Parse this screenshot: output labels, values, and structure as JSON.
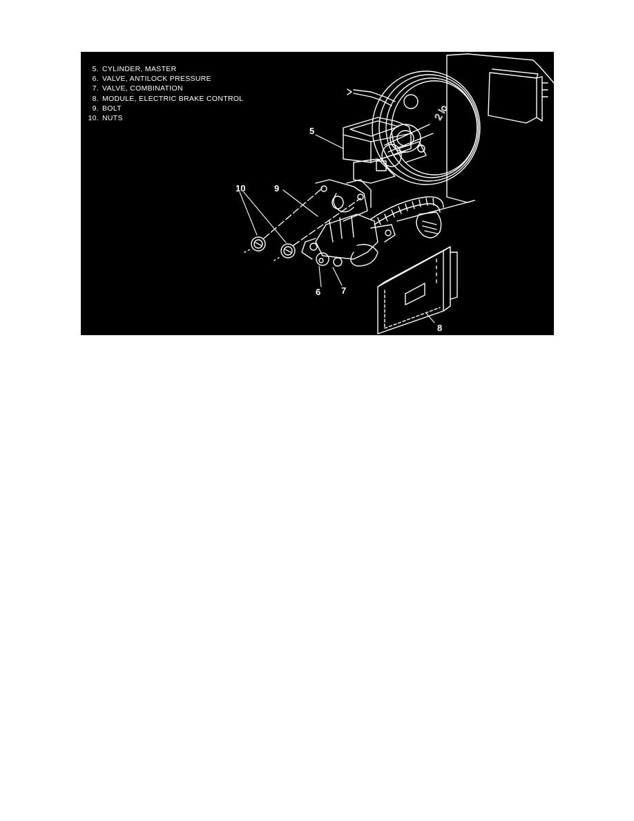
{
  "figure": {
    "background_color": "#000000",
    "line_color": "#ffffff",
    "legend": [
      {
        "num": "5.",
        "label": "CYLINDER, MASTER"
      },
      {
        "num": "6.",
        "label": "VALVE, ANTILOCK PRESSURE"
      },
      {
        "num": "7.",
        "label": "VALVE, COMBINATION"
      },
      {
        "num": "8.",
        "label": "MODULE, ELECTRIC BRAKE CONTROL"
      },
      {
        "num": "9.",
        "label": "BOLT"
      },
      {
        "num": "10.",
        "label": "NUTS"
      }
    ],
    "callouts": {
      "c5": "5",
      "c6": "6",
      "c7": "7",
      "c8": "8",
      "c9": "9",
      "c10": "10"
    }
  }
}
